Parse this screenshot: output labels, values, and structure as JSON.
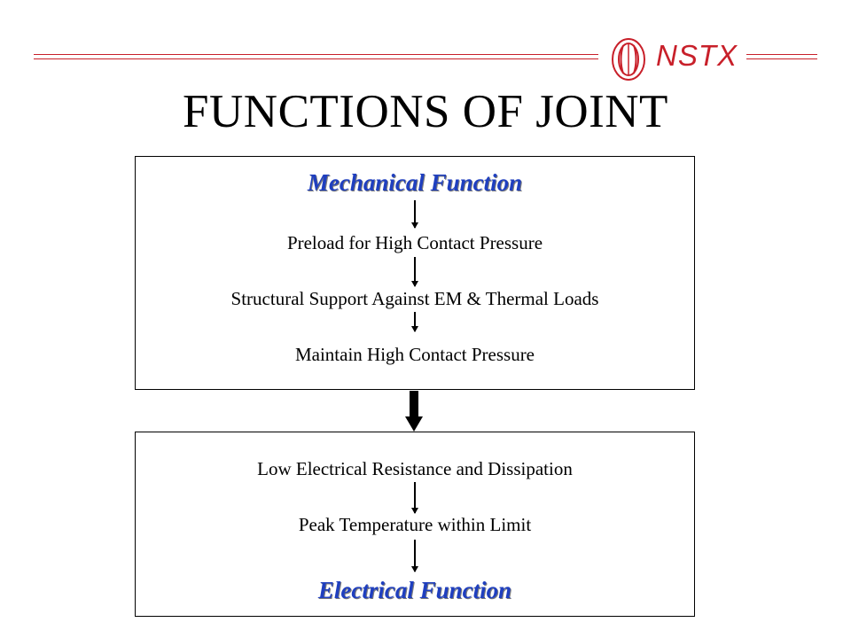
{
  "header": {
    "logo_icon": "nstx-torus-logo-icon",
    "logo_text": "NSTX",
    "accent_color": "#c8202a"
  },
  "title": "FUNCTIONS OF JOINT",
  "mechanical": {
    "heading": "Mechanical Function",
    "steps": [
      "Preload for High Contact Pressure",
      "Structural Support Against EM & Thermal Loads",
      "Maintain High Contact Pressure"
    ]
  },
  "electrical": {
    "heading": "Electrical Function",
    "steps": [
      "Low Electrical Resistance and Dissipation",
      "Peak Temperature within Limit"
    ]
  },
  "heading_color": "#1f3fbf"
}
